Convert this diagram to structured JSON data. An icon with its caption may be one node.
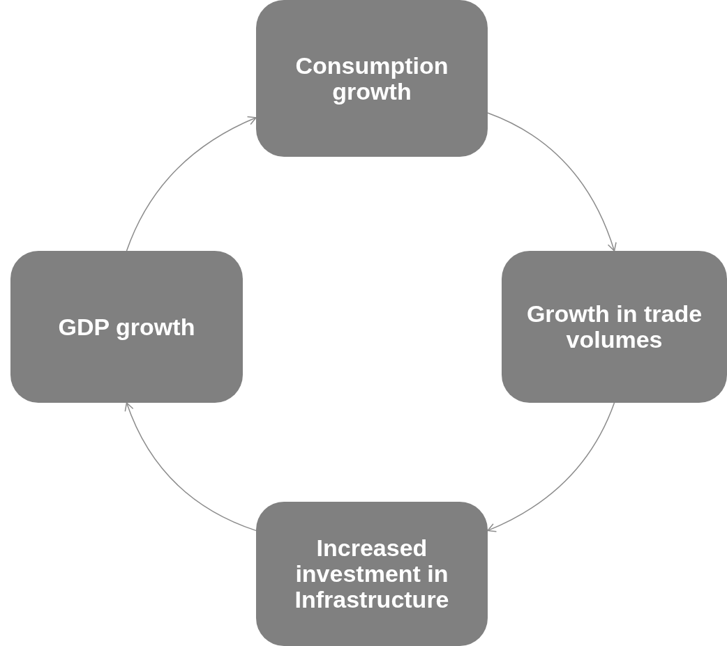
{
  "diagram": {
    "nodes": [
      {
        "text": [
          "Consumption growth"
        ]
      },
      {
        "text": [
          "GDP growth"
        ]
      },
      {
        "text": [
          "Growth in trade volumes"
        ]
      },
      {
        "text": [
          "Increased investment in Infrastructure"
        ]
      }
    ],
    "edges": [
      {
        "from": 0,
        "to": 2,
        "arrow": "to"
      },
      {
        "from": 2,
        "to": 3,
        "arrow": "to"
      },
      {
        "from": 3,
        "to": 1,
        "arrow": "to"
      },
      {
        "from": 1,
        "to": 0,
        "arrow": "to"
      }
    ]
  }
}
